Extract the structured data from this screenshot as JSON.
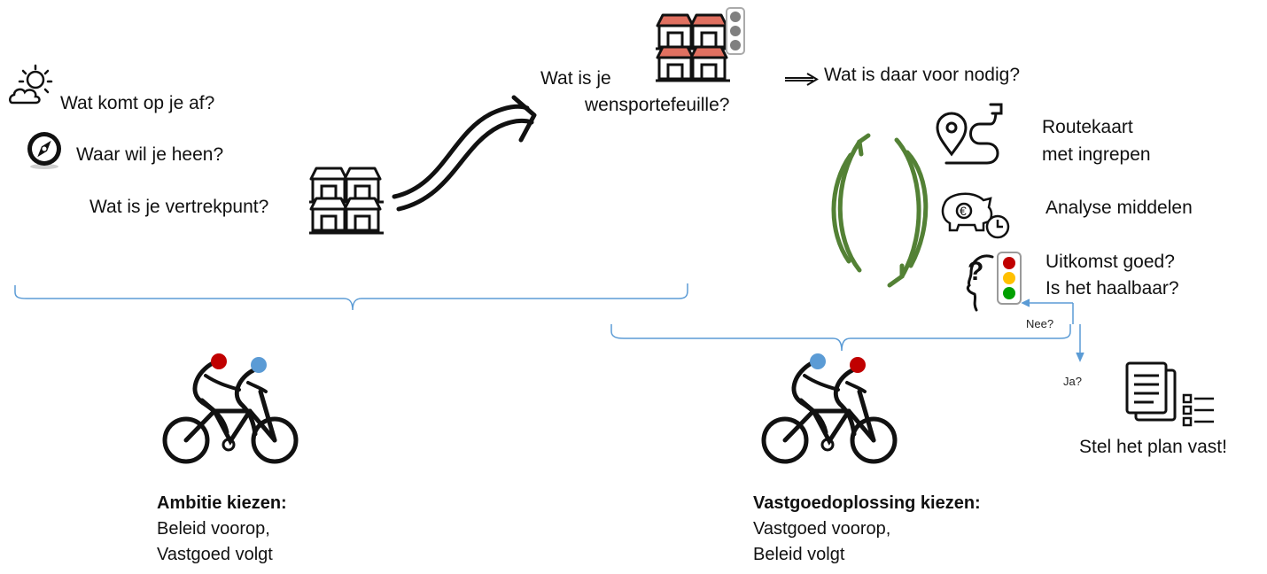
{
  "left_questions": {
    "q1": "Wat komt op je af?",
    "q2": "Waar wil je heen?",
    "q3": "Wat is je vertrekpunt?"
  },
  "wish": {
    "line1": "Wat is je",
    "line2": "wensportefeuille?"
  },
  "needs": "Wat is daar voor nodig?",
  "cycle_items": {
    "route_line1": "Routekaart",
    "route_line2": "met ingrepen",
    "analysis": "Analyse middelen",
    "outcome_line1": "Uitkomst goed?",
    "outcome_line2": "Is het haalbaar?"
  },
  "decision": {
    "no": "Nee?",
    "yes": "Ja?",
    "final": "Stel het plan vast!"
  },
  "phase1": {
    "title": "Ambitie kiezen:",
    "line1": "Beleid voorop,",
    "line2": "Vastgoed volgt"
  },
  "phase2": {
    "title": "Vastgoedoplossing kiezen:",
    "line1": "Vastgoed voorop,",
    "line2": "Beleid volgt"
  },
  "colors": {
    "accent_blue": "#5b9bd5",
    "cycle_green": "#538135",
    "light_red": "#c00000",
    "light_yellow": "#ffc000",
    "light_green": "#00a000",
    "rider_red": "#c00000",
    "rider_blue": "#5b9bd5"
  },
  "icons": [
    "weather-icon",
    "compass-icon",
    "houses-icon",
    "wave-arrow-icon",
    "houses-traffic-light-icon",
    "right-arrow-icon",
    "cycle-arrows-icon",
    "route-map-icon",
    "piggy-bank-clock-icon",
    "thinking-head-icon",
    "traffic-light-icon",
    "document-checklist-icon",
    "tandem-bike-icon"
  ]
}
